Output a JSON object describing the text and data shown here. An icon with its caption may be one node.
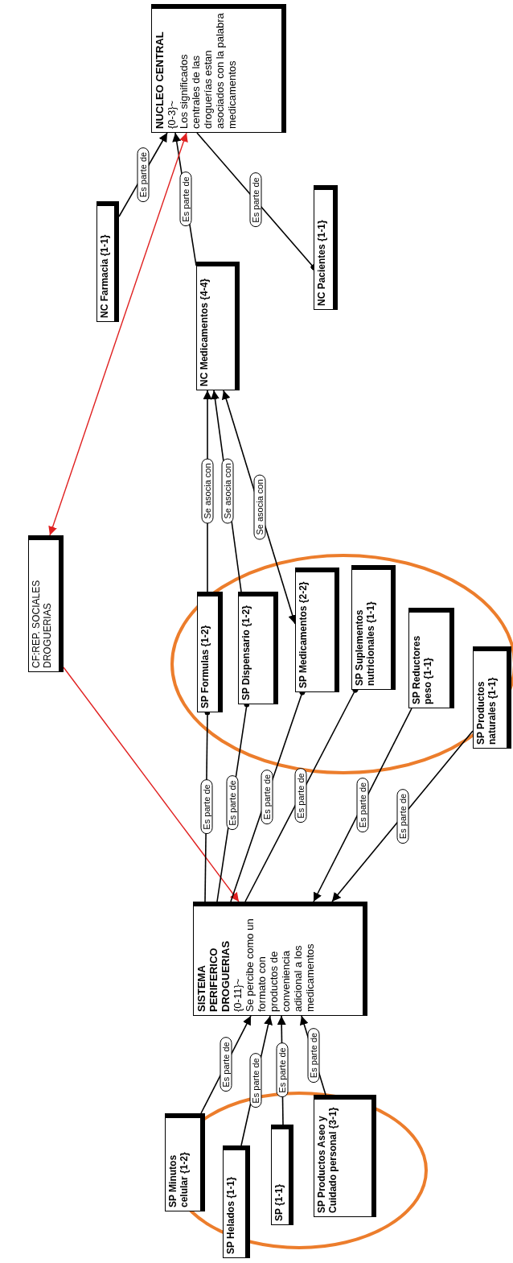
{
  "diagram": {
    "nodes": [
      {
        "text": [
          "NUCLEO CENTRAL",
          "{0-3}~",
          "Los significados centrales de las droguerías estan asociados con la palabra medicamentos"
        ]
      },
      {
        "text": [
          "NC Farmacia {1-1}"
        ]
      },
      {
        "text": [
          "NC Pacientes {1-1}"
        ]
      },
      {
        "text": [
          "NC Medicamentos {4-4}"
        ]
      },
      {
        "text": [
          "CF:REP. SOCIALES DROGUERIAS"
        ]
      },
      {
        "text": [
          "SISTEMA PERIFERICO DROGUERIAS",
          "{0-11}~",
          "Se percibe como un formato con productos de conveniencia adicional a los medicamentos"
        ]
      },
      {
        "text": [
          "SP Formulas {1-2}"
        ]
      },
      {
        "text": [
          "SP Dispensario {1-2}"
        ]
      },
      {
        "text": [
          "SP Medicamentos {2-2}"
        ]
      },
      {
        "text": [
          "SP Suplementos nutricionales {1-1}"
        ]
      },
      {
        "text": [
          "SP Reductores peso {1-1}"
        ]
      },
      {
        "text": [
          "SP Productos naturales {1-1}"
        ]
      },
      {
        "text": [
          "SP Minutos celular {1-2}"
        ]
      },
      {
        "text": [
          "SP Helados {1-1}"
        ]
      },
      {
        "text": [
          "SP {1-1}"
        ]
      },
      {
        "text": [
          "SP Productos Aseo y Cuidado personal {3-1}"
        ]
      }
    ],
    "edges": [
      {
        "from": 1,
        "to": 0,
        "arrow": "to",
        "label": "Es parte de"
      },
      {
        "from": 3,
        "to": 0,
        "arrow": "to",
        "label": "Es parte de"
      },
      {
        "from": 2,
        "to": 0,
        "arrow": "other",
        "label": "Es parte de"
      },
      {
        "from": 4,
        "to": 0,
        "arrow": "both",
        "color": "#e02020"
      },
      {
        "from": 4,
        "to": 5,
        "arrow": "to",
        "color": "#e02020"
      },
      {
        "from": 6,
        "to": 3,
        "arrow": "to",
        "label": "Se asocia con"
      },
      {
        "from": 7,
        "to": 3,
        "arrow": "to",
        "label": "Se asocia con"
      },
      {
        "from": 8,
        "to": 3,
        "arrow": "both",
        "label": "Se asocia con"
      },
      {
        "from": 6,
        "to": 5,
        "arrow": "other",
        "label": "Es parte de"
      },
      {
        "from": 7,
        "to": 5,
        "arrow": "other",
        "label": "Es parte de"
      },
      {
        "from": 8,
        "to": 5,
        "arrow": "other",
        "label": "Es parte de"
      },
      {
        "from": 9,
        "to": 5,
        "arrow": "other",
        "label": "Es parte de"
      },
      {
        "from": 10,
        "to": 5,
        "arrow": "to",
        "label": "Es parte de"
      },
      {
        "from": 11,
        "to": 5,
        "arrow": "to",
        "label": "Es parte de"
      },
      {
        "from": 12,
        "to": 5,
        "arrow": "to",
        "label": "Es parte de"
      },
      {
        "from": 13,
        "to": 5,
        "arrow": "to",
        "label": "Es parte de"
      },
      {
        "from": 14,
        "to": 5,
        "arrow": "to",
        "label": "Es parte de"
      },
      {
        "from": 15,
        "to": 5,
        "arrow": "to",
        "label": "Es parte de"
      }
    ]
  }
}
